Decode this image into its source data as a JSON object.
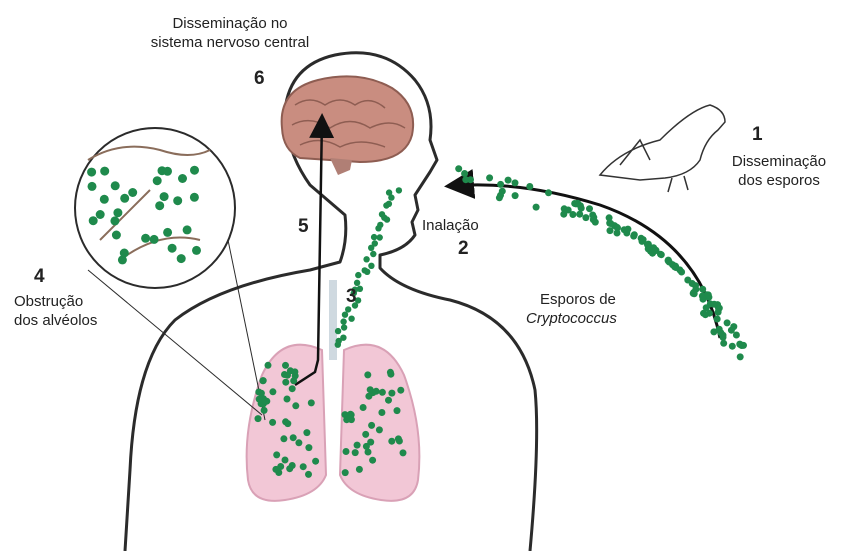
{
  "steps": [
    {
      "number": "1",
      "label_line1": "Disseminação",
      "label_line2": "dos esporos"
    },
    {
      "number": "2",
      "label": "Inalação"
    },
    {
      "number": "3"
    },
    {
      "number": "4",
      "label_line1": "Obstrução",
      "label_line2": "dos alvéolos"
    },
    {
      "number": "5"
    },
    {
      "number": "6",
      "label_line1": "Disseminação no",
      "label_line2": "sistema nervoso central"
    }
  ],
  "spores_label": {
    "line1": "Esporos de",
    "line2": "Cryptococcus"
  },
  "colors": {
    "spore": "#1f8a4c",
    "outline": "#2b2b2b",
    "brain": "#c98d80",
    "lung": "#f2c7d6",
    "trachea": "#cfd9e0"
  },
  "icons": {
    "bird": "pigeon-icon",
    "brain": "brain-icon",
    "lungs": "lungs-icon",
    "alveoli": "alveoli-icon"
  }
}
